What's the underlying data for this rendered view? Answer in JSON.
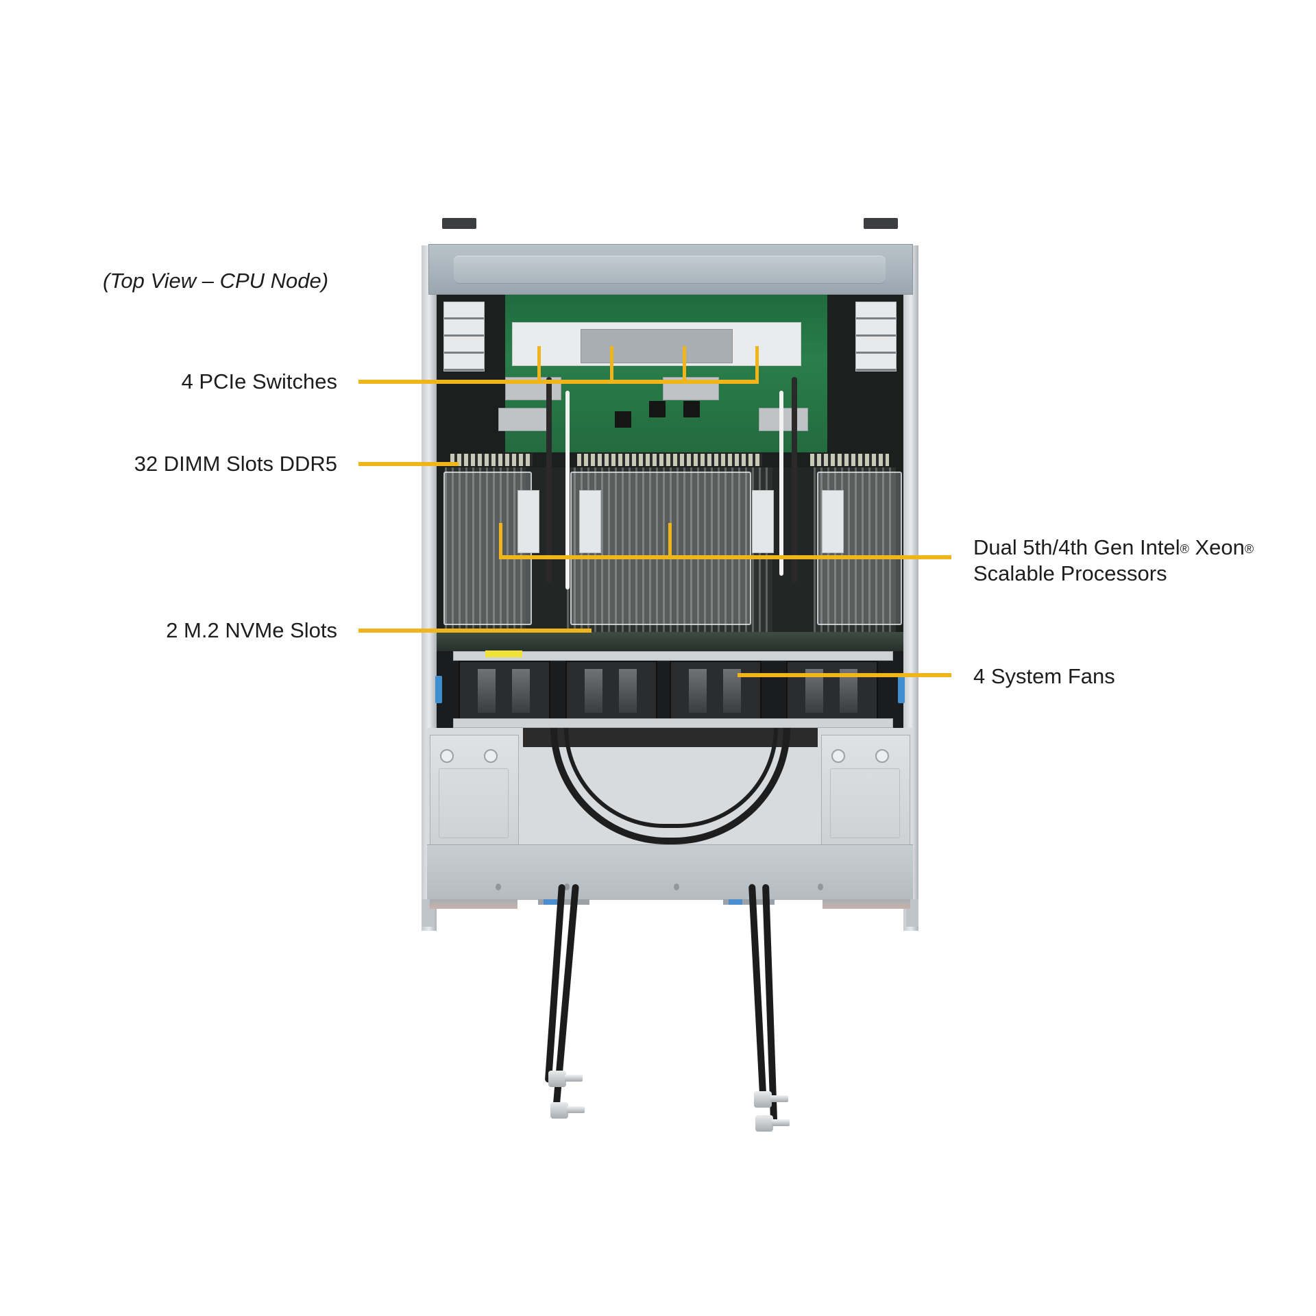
{
  "caption": "(Top View – CPU Node)",
  "callouts": {
    "left": [
      {
        "id": "pcie",
        "label": "4 PCIe Switches"
      },
      {
        "id": "dimm",
        "label": "32 DIMM  Slots DDR5"
      },
      {
        "id": "nvme",
        "label": "2 M.2 NVMe Slots"
      }
    ],
    "right": [
      {
        "id": "cpu",
        "line1_pre": "Dual 5th/4th  Gen Intel",
        "line1_mark1": "®",
        "line1_mid": "  Xeon",
        "line1_mark2": "®",
        "line2": "Scalable Processors"
      },
      {
        "id": "fans",
        "label": "4 System Fans"
      }
    ]
  },
  "colors": {
    "leader_line": "#f1b51c",
    "background": "#ffffff",
    "text": "#1d1d1d"
  },
  "figure": {
    "subject": "server chassis top view",
    "fan_count": 4,
    "pcie_switch_count": 4,
    "cpu_count": 2
  }
}
